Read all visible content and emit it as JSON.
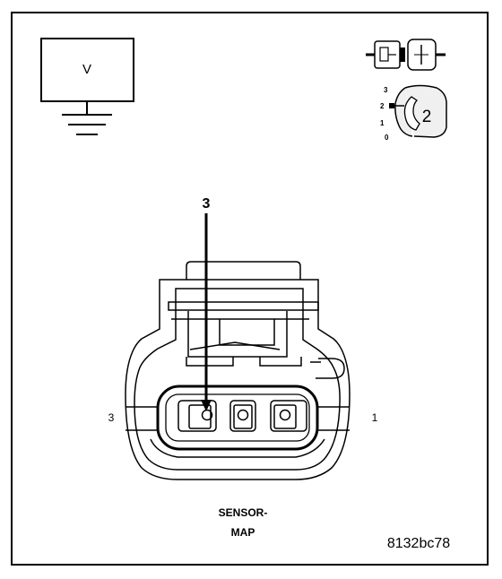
{
  "meter": {
    "symbol": "V"
  },
  "legend": {
    "scale_marks": [
      "3",
      "2",
      "1",
      "0"
    ],
    "selected_value": "2"
  },
  "connector": {
    "probe_pin": "3",
    "left_pin_label": "3",
    "right_pin_label": "1",
    "name_line1": "SENSOR-",
    "name_line2": "MAP"
  },
  "figure_id": "8132bc78"
}
